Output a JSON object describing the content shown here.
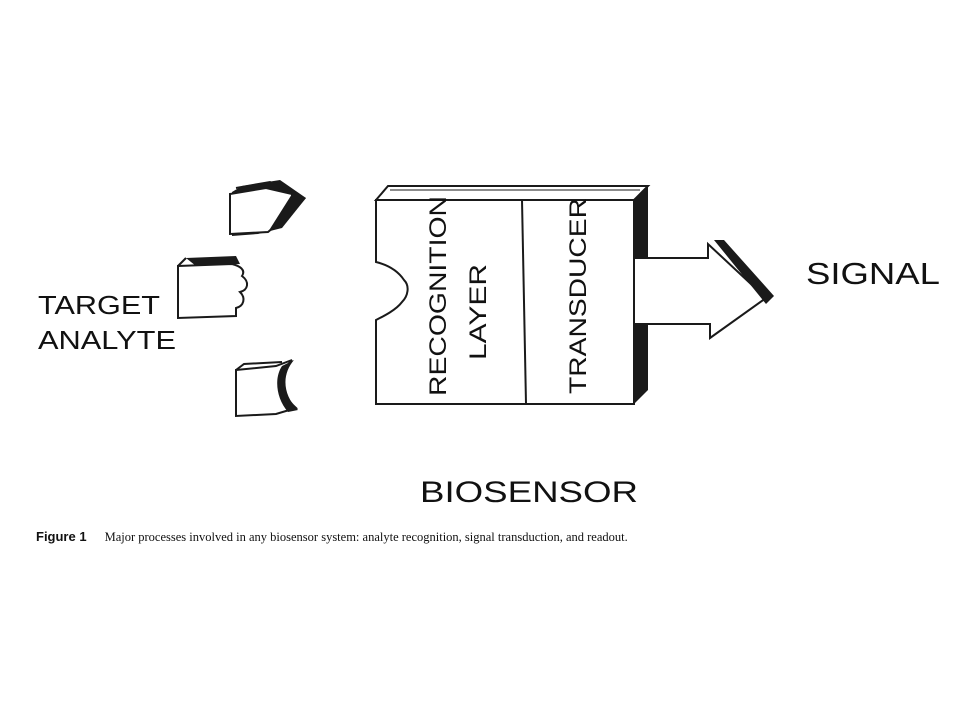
{
  "diagram": {
    "target_label_line1": "TARGET",
    "target_label_line2": "ANALYTE",
    "recognition_label_line1": "RECOGNITION",
    "recognition_label_line2": "LAYER",
    "transducer_label": "TRANSDUCER",
    "signal_label": "SIGNAL",
    "biosensor_label": "BIOSENSOR"
  },
  "caption": {
    "label": "Figure 1",
    "text": "Major processes involved in any biosensor system: analyte recognition, signal transduction, and readout."
  }
}
